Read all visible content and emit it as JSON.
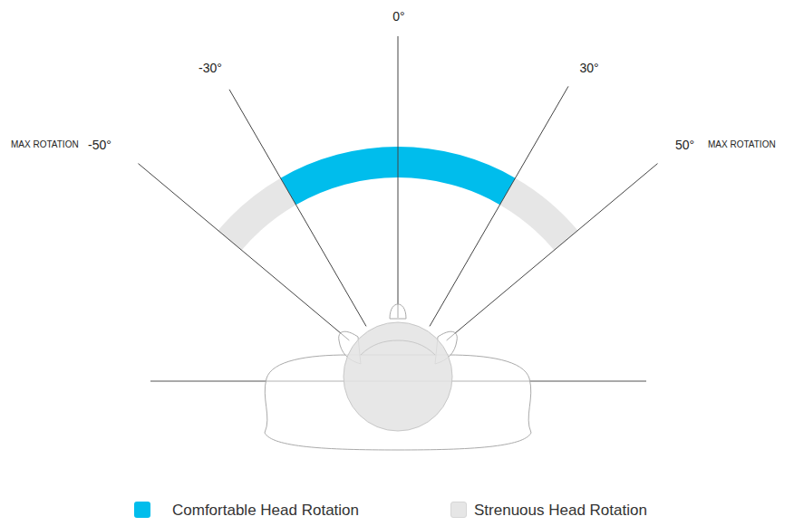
{
  "diagram": {
    "labels": [
      "0°",
      "-30°",
      "30°",
      "MAX ROTATION",
      "-50°",
      "50°",
      "MAX ROTATION"
    ],
    "legend": [
      {
        "text": "Comfortable Head Rotation",
        "color": "#00bdec"
      },
      {
        "text": "Strenuous Head Rotation",
        "color": "#e6e6e6"
      }
    ]
  }
}
